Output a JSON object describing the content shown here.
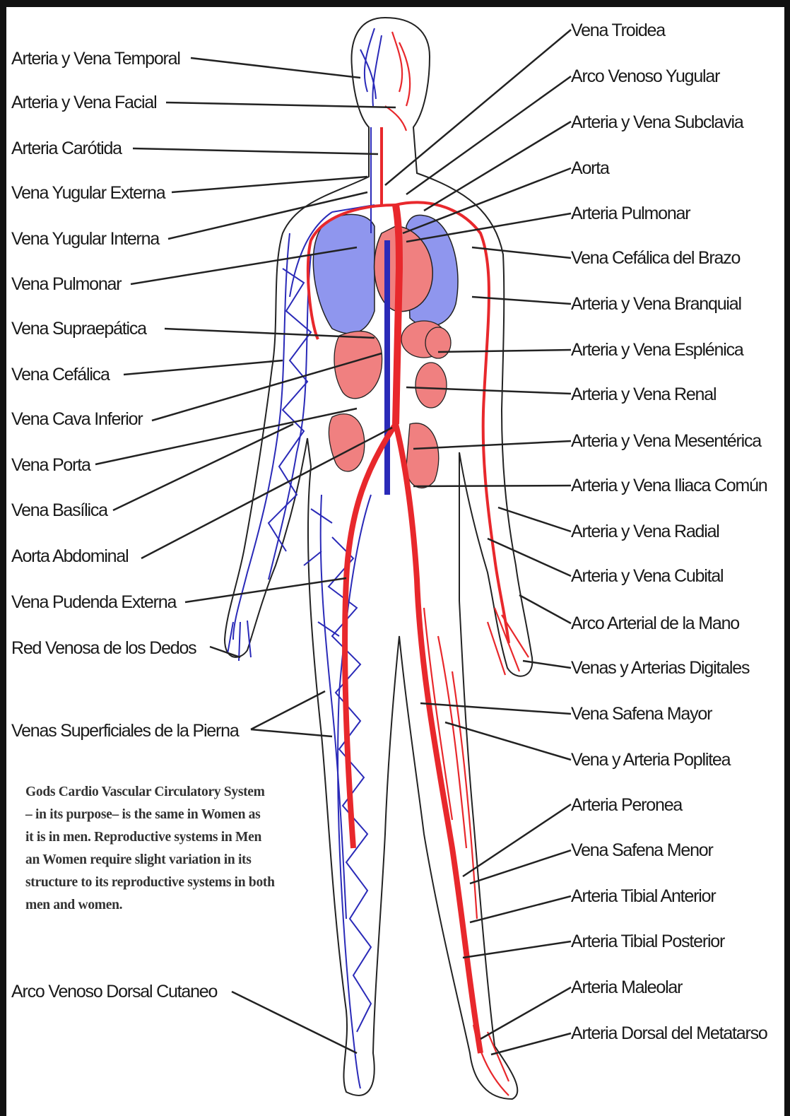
{
  "labels_left": [
    "Arteria y Vena Temporal",
    "Arteria y Vena Facial",
    "Arteria Carótida",
    "Vena Yugular Externa",
    "Vena Yugular Interna",
    "Vena Pulmonar",
    "Vena  Supraepática",
    "Vena Cefálica",
    "Vena Cava Inferior",
    "Vena Porta",
    "Vena Basílica",
    "Aorta Abdominal",
    "Vena Pudenda Externa",
    "Red Venosa de los Dedos",
    "Venas Superficiales de la Pierna",
    "Arco Venoso Dorsal Cutaneo"
  ],
  "labels_right": [
    "Vena Troidea",
    "Arco Venoso Yugular",
    "Arteria y Vena Subclavia",
    "Aorta",
    "Arteria Pulmonar",
    "Vena Cefálica del Brazo",
    "Arteria y Vena Branquial",
    "Arteria y Vena Esplénica",
    "Arteria y Vena Renal",
    "Arteria y Vena Mesentérica",
    "Arteria y Vena Iliaca Común",
    "Arteria y Vena Radial",
    "Arteria y Vena Cubital",
    "Arco Arterial de la Mano",
    "Venas y Arterias Digitales",
    "Vena Safena Mayor",
    "Vena y Arteria Poplitea",
    "Arteria Peronea",
    "Vena Safena Menor",
    "Arteria Tibial Anterior",
    "Arteria Tibial Posterior",
    "Arteria Maleolar",
    "Arteria Dorsal del Metatarso"
  ],
  "note_lines": [
    "Gods Cardio Vascular Circulatory System",
    "– in its purpose– is the same in Women as",
    "it is in men. Reproductive systems in Men",
    "an Women require slight variation in its",
    "structure to its reproductive systems in both",
    "men and women."
  ],
  "colors": {
    "artery": "#e8282c",
    "vein": "#2a2ab8",
    "organ_red": "#f08080",
    "organ_blue": "#8f96ee",
    "outline": "#222222"
  }
}
